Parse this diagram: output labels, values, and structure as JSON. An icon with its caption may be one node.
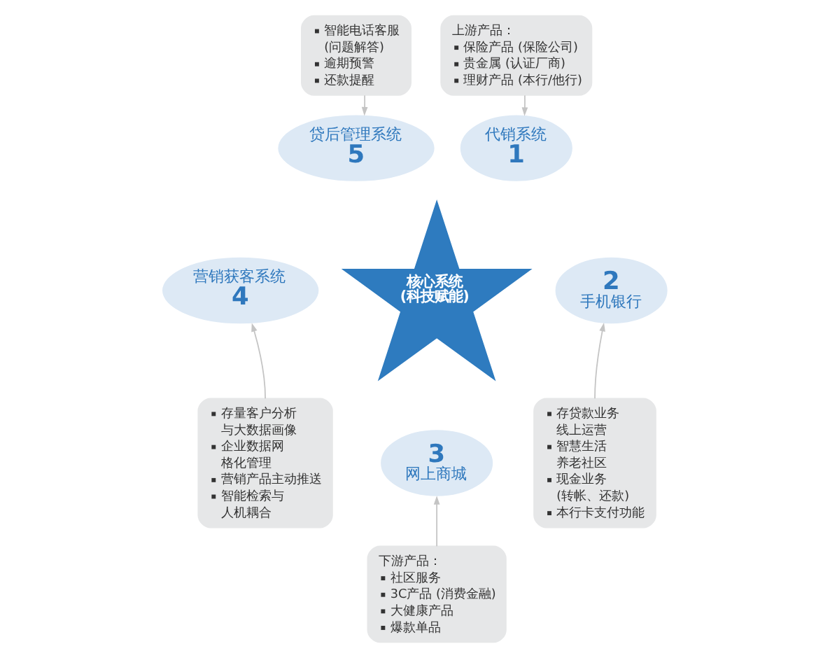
{
  "diagram": {
    "nodes": [
      {
        "text": [
          "核心系统(科技赋能)"
        ]
      },
      {
        "text": [
          "代销系统",
          "1"
        ]
      },
      {
        "text": [
          "2",
          "手机银行"
        ]
      },
      {
        "text": [
          "3",
          "网上商城"
        ]
      },
      {
        "text": [
          "营销获客系统",
          "4"
        ]
      },
      {
        "text": [
          "贷后管理系统",
          "5"
        ]
      },
      {
        "text": [
          "上游产品：",
          "保险产品 (保险公司)",
          "贵金属 (认证厂商)",
          "理财产品 (本行/他行)"
        ]
      },
      {
        "text": [
          "存贷款业务线上运营",
          "智慧生活养老社区",
          "现金业务(转帐、还款)",
          "本行卡支付功能"
        ]
      },
      {
        "text": [
          "下游产品：",
          "社区服务",
          "3C产品 (消费金融)",
          "大健康产品",
          "爆款单品"
        ]
      },
      {
        "text": [
          "存量客户分析与大数据画像",
          "企业数据网格化管理",
          "营销产品主动推送",
          "智能检索与人机耦合"
        ]
      },
      {
        "text": [
          "智能电话客服(问题解答)",
          "逾期预警",
          "还款提醒"
        ]
      }
    ],
    "edges": [
      {
        "from": 6,
        "to": 1,
        "arrow": "to"
      },
      {
        "from": 7,
        "to": 2,
        "arrow": "to"
      },
      {
        "from": 8,
        "to": 3,
        "arrow": "to"
      },
      {
        "from": 9,
        "to": 4,
        "arrow": "to"
      },
      {
        "from": 10,
        "to": 5,
        "arrow": "to"
      }
    ]
  }
}
